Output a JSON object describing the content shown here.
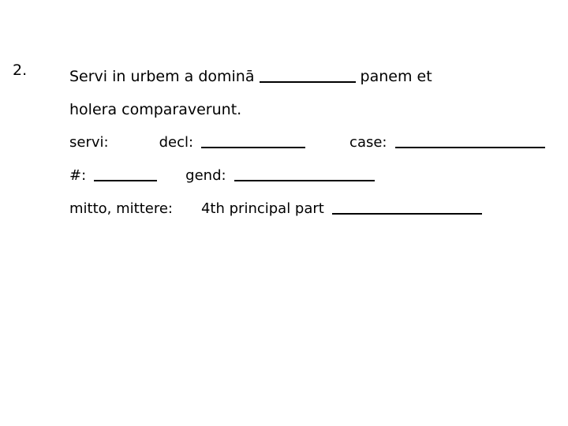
{
  "slide": {
    "background_color": "#ffffff",
    "text_color": "#000000",
    "item_number": "2."
  },
  "sentence": {
    "part_1": "Servi in urbem a dominā ",
    "blank_1": "______",
    "part_2": " panem et",
    "line_2": "holera comparaverunt."
  },
  "noun_analysis": {
    "word_label": "servi:",
    "decl_label": "decl:",
    "decl_blank": "________",
    "case_label": "case:",
    "case_blank": "__________",
    "number_label": "#:",
    "number_blank": "______",
    "gender_label": "gend:",
    "gender_blank": "_________"
  },
  "verb_analysis": {
    "verb_label": "mitto, mittere:",
    "prompt": "4th principal part",
    "answer_blank": "_________"
  }
}
